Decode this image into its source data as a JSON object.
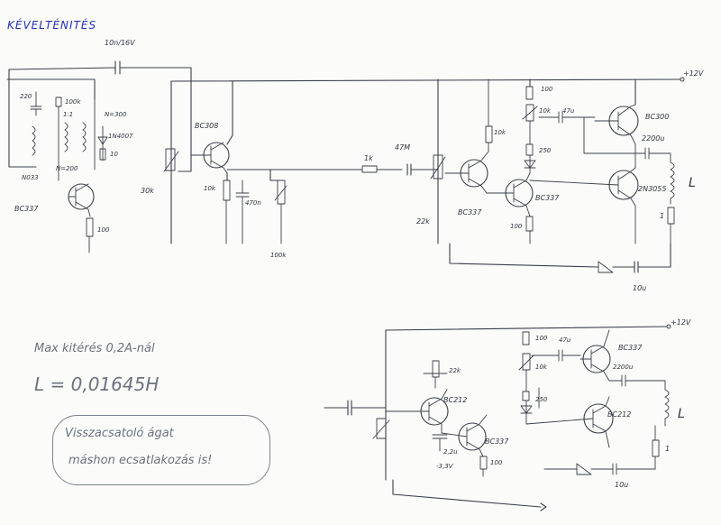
{
  "title": "KÉVELTÉNITÉS",
  "supply_top": "+12V",
  "supply_bottom": "+12V",
  "coil": "L",
  "note_max": "Max kitérés 0,2A-nál",
  "note_l": "L = 0,01645H",
  "note_box_l1": "Visszacsatoló ágat",
  "note_box_l2": "máshon ecsatlakozás is!",
  "labels": {
    "c_top": "10n/16V",
    "r220": "220",
    "r100k": "100k",
    "r100": "100",
    "ratio": "1:1",
    "n300": "N=300",
    "n200": "N=200",
    "d1n4007": "1N4007",
    "r10": "10",
    "n033": "N033",
    "bc337_a": "BC337",
    "bc308": "BC308",
    "pot30k": "30k",
    "r10k_a": "10k",
    "c470n": "470n",
    "pot100k": "100k",
    "r1k": "1k",
    "c47u": "47M",
    "pot22k": "22k",
    "bc337_b": "BC337",
    "r10k_b": "10k",
    "r100_b": "100",
    "r10k_c": "10k",
    "c47u_b": "47u",
    "r250": "250",
    "bc337_c": "BC337",
    "r100_c": "100",
    "bc300": "BC300",
    "c2200u": "2200u",
    "t2n3055": "2N3055",
    "r1": "1",
    "c10u": "10u",
    "b_r100": "100",
    "b_c47u": "47u",
    "b_bc337": "BC337",
    "b_r22k": "22k",
    "b_r10k": "10k",
    "b_c2200u": "2200u",
    "b_bc212": "BC212",
    "b_r250": "250",
    "b_bc212_b": "BC212",
    "b_bc337_b": "BC337",
    "b_c22u": "2,2u",
    "b_v": "-3,3V",
    "b_r100_b": "100",
    "b_r1": "1",
    "b_c10u": "10u"
  }
}
